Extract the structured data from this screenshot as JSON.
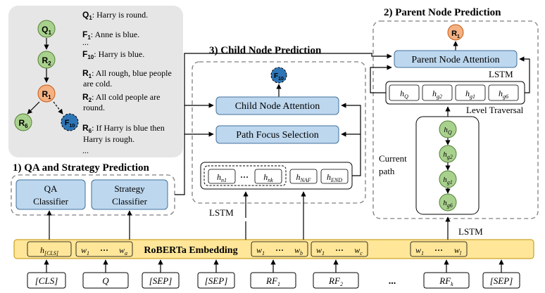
{
  "colors": {
    "node_green": "#a9d18e",
    "node_orange": "#f4b183",
    "node_blue": "#2e75b6",
    "box_blue": "#bdd7ee",
    "embed_yellow": "#ffe699",
    "panel_gray": "#e7e6e6"
  },
  "tree": {
    "q1": {
      "main": "Q",
      "sub": "1"
    },
    "r2": {
      "main": "R",
      "sub": "2"
    },
    "r1": {
      "main": "R",
      "sub": "1"
    },
    "r6": {
      "main": "R",
      "sub": "6"
    },
    "f10": {
      "main": "F",
      "sub": "10"
    }
  },
  "facts": [
    {
      "id": "Q",
      "sub": "1",
      "text": ": Harry is round."
    },
    {
      "id": "F",
      "sub": "1",
      "text": ": Anne is blue."
    },
    {
      "id": "...",
      "sub": "",
      "text": ""
    },
    {
      "id": "F",
      "sub": "10",
      "text": ": Harry is blue."
    },
    {
      "id": "R",
      "sub": "1",
      "text": ": All rough, blue people"
    },
    {
      "id": "",
      "sub": "",
      "text": "are cold."
    },
    {
      "id": "R",
      "sub": "2",
      "text": ": All cold people are"
    },
    {
      "id": "",
      "sub": "",
      "text": "round."
    },
    {
      "id": "R",
      "sub": "6",
      "text": ": If Harry is blue then"
    },
    {
      "id": "",
      "sub": "",
      "text": "Harry is rough."
    },
    {
      "id": "...",
      "sub": "",
      "text": ""
    }
  ],
  "qa_section": {
    "title": "1) QA and Strategy Prediction",
    "qa_classifier": [
      "QA",
      "Classifier"
    ],
    "strategy_classifier": [
      "Strategy",
      "Classifier"
    ]
  },
  "child_section": {
    "title": "3) Child Node Prediction",
    "output_node": {
      "main": "F",
      "sub": "10"
    },
    "child_attention": "Child Node Attention",
    "path_focus": "Path Focus Selection",
    "h_n1": {
      "main": "h",
      "sub": "n1"
    },
    "dots": "···",
    "h_nk": {
      "main": "h",
      "sub": "nk"
    },
    "h_naf": {
      "main": "h",
      "sub": "NAF"
    },
    "h_end": {
      "main": "h",
      "sub": "END"
    },
    "lstm": "LSTM"
  },
  "parent_section": {
    "title": "2) Parent Node Prediction",
    "output_node": {
      "main": "R",
      "sub": "1"
    },
    "parent_attention": "Parent Node Attention",
    "lstm_top": "LSTM",
    "h_list": [
      {
        "main": "h",
        "sub": "Q"
      },
      {
        "main": "h",
        "sub": "g2"
      },
      {
        "main": "h",
        "sub": "g1"
      },
      {
        "main": "h",
        "sub": "g6"
      }
    ],
    "level_traversal": "Level Traversal",
    "current_path": [
      "Current",
      "path"
    ],
    "path_nodes": [
      {
        "main": "h",
        "sub": "Q"
      },
      {
        "main": "h",
        "sub": "g2"
      },
      {
        "main": "h",
        "sub": "g1"
      },
      {
        "main": "h",
        "sub": "g6"
      }
    ],
    "lstm_bottom": "LSTM"
  },
  "embedding": {
    "h_cls": {
      "main": "h",
      "sub": "[CLS]"
    },
    "label": "RoBERTa Embedding",
    "groups": [
      {
        "first": "w",
        "first_sub": "1",
        "dots": "···",
        "last": "w",
        "last_sub": "a"
      },
      {
        "first": "w",
        "first_sub": "1",
        "dots": "···",
        "last": "w",
        "last_sub": "b"
      },
      {
        "first": "w",
        "first_sub": "1",
        "dots": "···",
        "last": "w",
        "last_sub": "c"
      },
      {
        "first": "w",
        "first_sub": "1",
        "dots": "···",
        "last": "w",
        "last_sub": "l"
      }
    ]
  },
  "inputs": [
    {
      "main": "[CLS]",
      "sub": ""
    },
    {
      "main": "Q",
      "sub": ""
    },
    {
      "main": "[SEP]",
      "sub": ""
    },
    {
      "main": "[SEP]",
      "sub": ""
    },
    {
      "main": "RF",
      "sub": "1"
    },
    {
      "main": "RF",
      "sub": "2"
    },
    {
      "main": "...",
      "sub": ""
    },
    {
      "main": "RF",
      "sub": "k"
    },
    {
      "main": "[SEP]",
      "sub": ""
    }
  ]
}
